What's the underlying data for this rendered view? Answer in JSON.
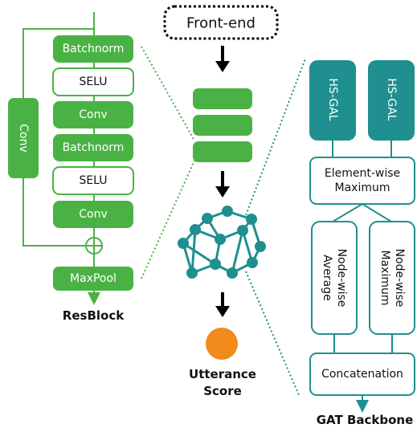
{
  "colors": {
    "green": "#4ab244",
    "teal": "#1f8f8f",
    "orange": "#f28a1c",
    "black": "#000000"
  },
  "resblock": {
    "side_conv": "Conv",
    "layers": [
      "Batchnorm",
      "SELU",
      "Conv",
      "Batchnorm",
      "SELU",
      "Conv"
    ],
    "pool": "MaxPool",
    "title": "ResBlock"
  },
  "middle": {
    "front_end": "Front-end",
    "output_title_line1": "Utterance",
    "output_title_line2": "Score"
  },
  "gat": {
    "hs_gal_left": "HS-GAL",
    "hs_gal_right": "HS-GAL",
    "element_wise_line1": "Element-wise",
    "element_wise_line2": "Maximum",
    "node_avg_line1": "Node-wise",
    "node_avg_line2": "Average",
    "node_max_line1": "Node-wise",
    "node_max_line2": "Maximum",
    "concat": "Concatenation",
    "title": "GAT Backbone"
  },
  "icons": [
    "plus-circle-icon",
    "down-arrow-icon",
    "graph-network-icon",
    "score-circle-icon"
  ]
}
